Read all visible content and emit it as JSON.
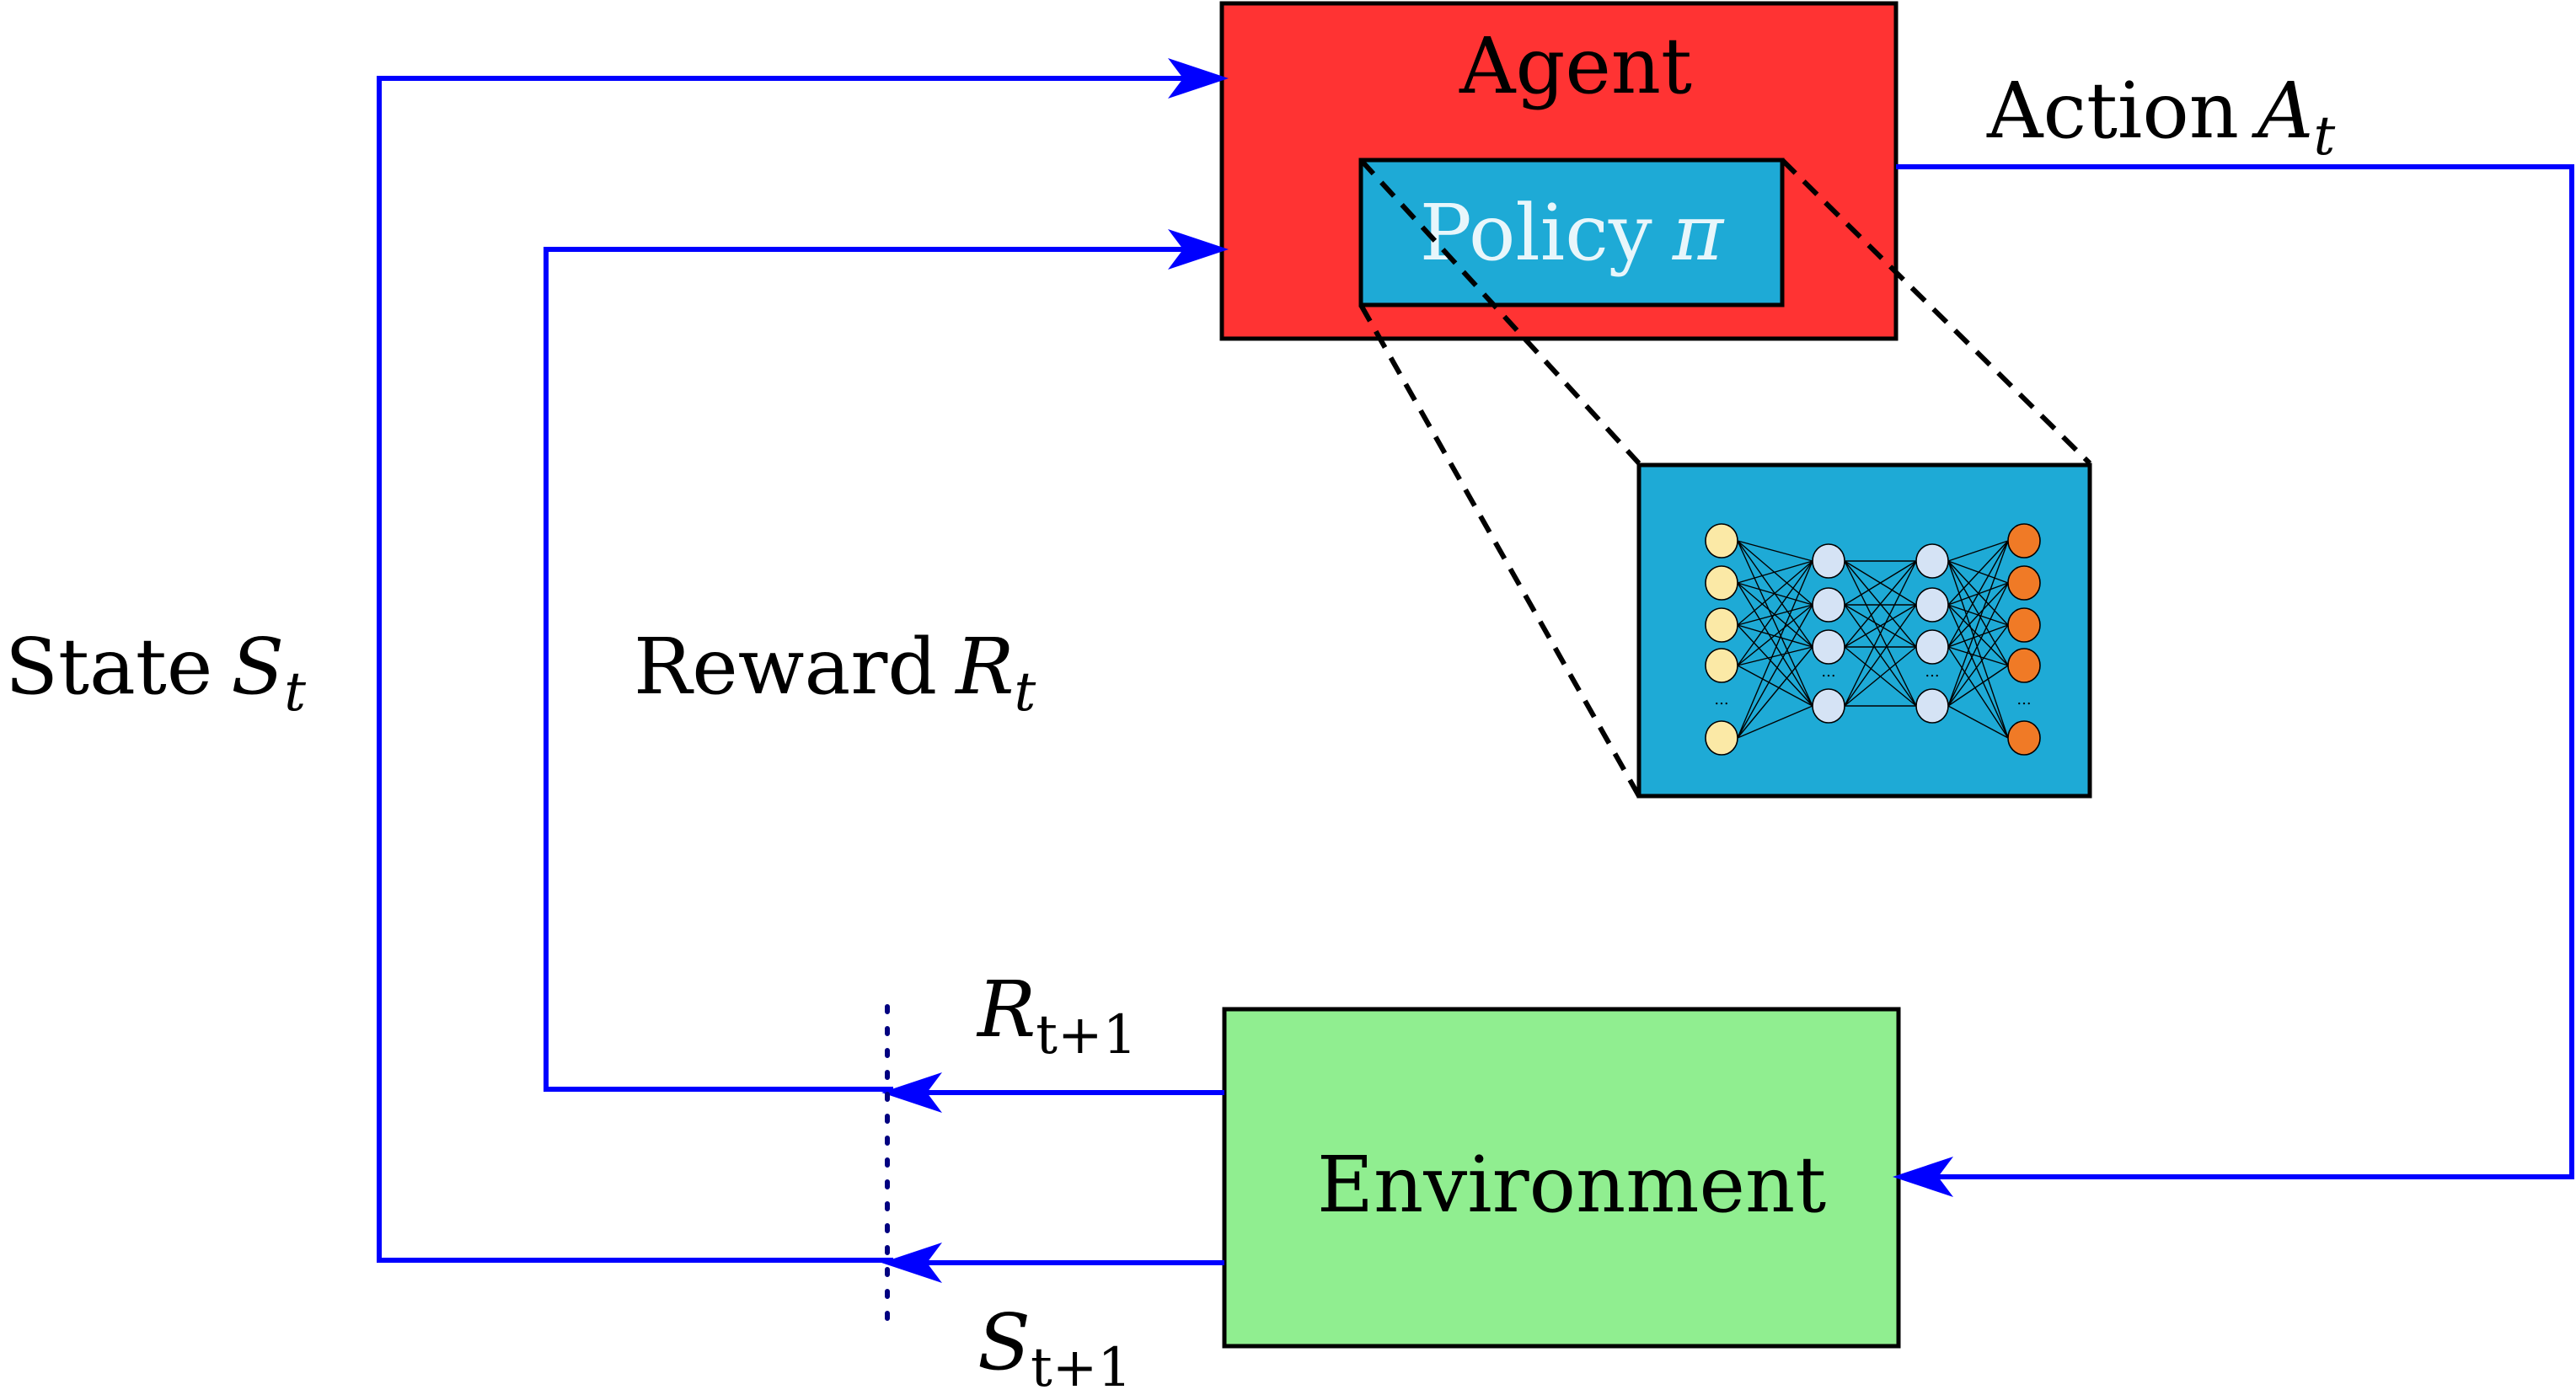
{
  "colors": {
    "agent_fill": "#ff3333",
    "policy_fill": "#1eaad6",
    "network_fill": "#1eaad6",
    "environment_fill": "#90ee90",
    "arrow": "#0000ff",
    "outline": "#000000",
    "input_node": "#fbe9a6",
    "hidden_node": "#d5e3f5",
    "output_node": "#f07a26",
    "policy_text": "#e8f6fb"
  },
  "agent": {
    "label": "Agent"
  },
  "policy": {
    "label": "Policy",
    "symbol": "π"
  },
  "environment": {
    "label": "Environment"
  },
  "action": {
    "label": "Action",
    "symbol": "A",
    "subscript": "t"
  },
  "state": {
    "label": "State",
    "symbol": "S",
    "subscript": "t"
  },
  "reward": {
    "label": "Reward",
    "symbol": "R",
    "subscript": "t"
  },
  "next_reward": {
    "symbol": "R",
    "subscript": "t+1"
  },
  "next_state": {
    "symbol": "S",
    "subscript": "t+1"
  },
  "network": {
    "ellipsis": "...",
    "layers": [
      {
        "role": "input",
        "nodes": 5
      },
      {
        "role": "hidden",
        "nodes": 4
      },
      {
        "role": "hidden",
        "nodes": 4
      },
      {
        "role": "output",
        "nodes": 5
      }
    ]
  }
}
